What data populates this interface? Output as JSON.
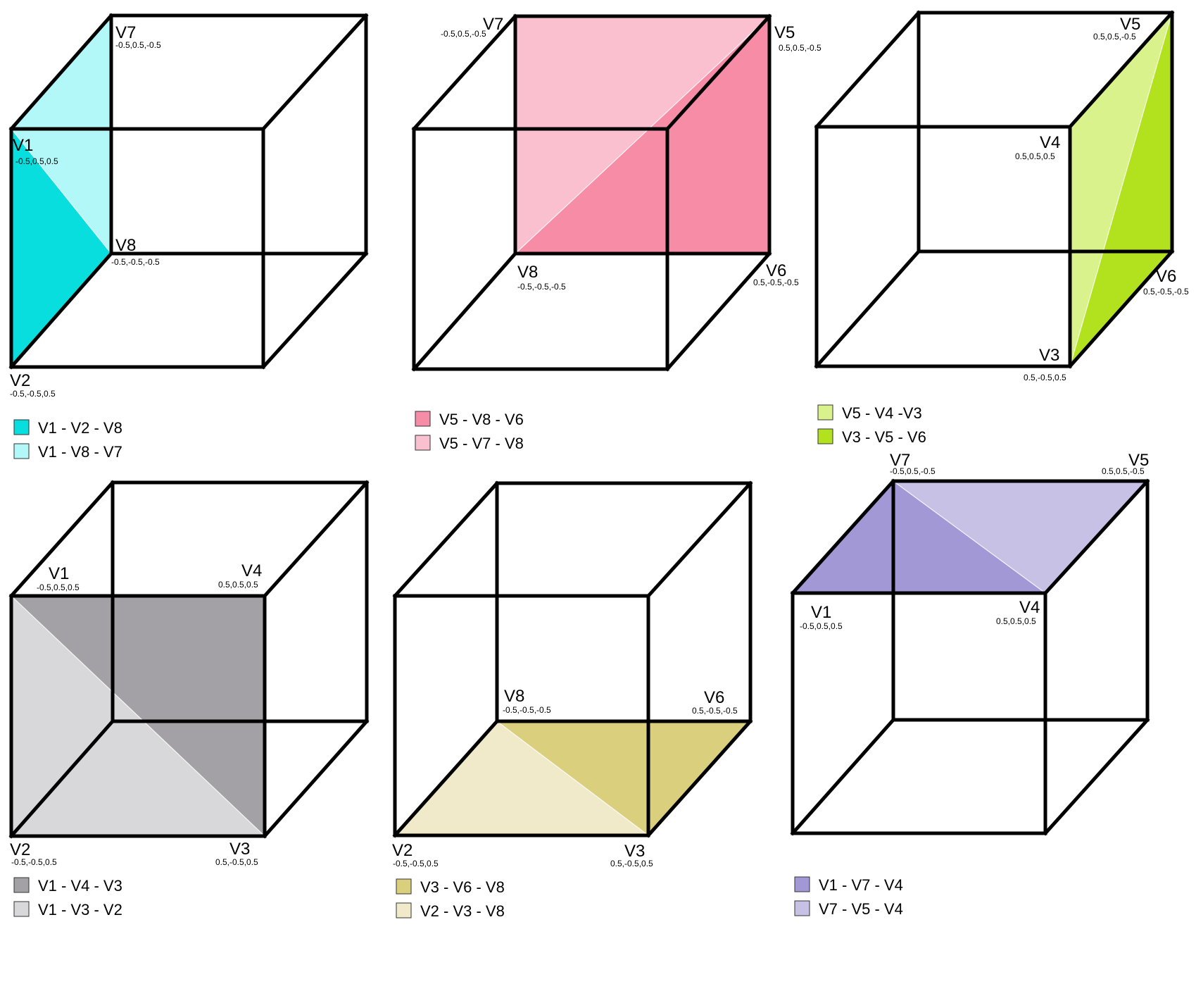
{
  "vertex_coords": {
    "V1": "-0.5,0.5,0.5",
    "V2": "-0.5,-0.5,0.5",
    "V3": "0.5,-0.5,0.5",
    "V4": "0.5,0.5,0.5",
    "V5": "0.5,0.5,-0.5",
    "V6": "0.5,-0.5,-0.5",
    "V7": "-0.5,0.5,-0.5",
    "V8": "-0.5,-0.5,-0.5"
  },
  "panels": [
    {
      "labels": [
        "V7",
        "V1",
        "V8",
        "V2"
      ],
      "triangles": [
        {
          "vertices": [
            "V1",
            "V2",
            "V8"
          ],
          "color": "#08dede",
          "legend": "V1 - V2 - V8"
        },
        {
          "vertices": [
            "V1",
            "V8",
            "V7"
          ],
          "color": "#b3f8f8",
          "legend": "V1 - V8 - V7"
        }
      ]
    },
    {
      "labels": [
        "V7",
        "V5",
        "V8",
        "V6"
      ],
      "triangles": [
        {
          "vertices": [
            "V5",
            "V8",
            "V6"
          ],
          "color": "#f78ca7",
          "legend": "V5 - V8 - V6"
        },
        {
          "vertices": [
            "V5",
            "V7",
            "V8"
          ],
          "color": "#fac0cf",
          "legend": "V5 - V7 - V8"
        }
      ]
    },
    {
      "labels": [
        "V5",
        "V4",
        "V6",
        "V3"
      ],
      "triangles": [
        {
          "vertices": [
            "V5",
            "V4",
            "V3"
          ],
          "color": "#d9f28c",
          "legend": "V5 - V4 -V3"
        },
        {
          "vertices": [
            "V3",
            "V5",
            "V6"
          ],
          "color": "#b1e21d",
          "legend": "V3 - V5 - V6"
        }
      ]
    },
    {
      "labels": [
        "V1",
        "V4",
        "V2",
        "V3"
      ],
      "triangles": [
        {
          "vertices": [
            "V1",
            "V4",
            "V3"
          ],
          "color": "#a3a1a5",
          "legend": "V1 - V4 - V3"
        },
        {
          "vertices": [
            "V1",
            "V3",
            "V2"
          ],
          "color": "#d8d8da",
          "legend": "V1 - V3 - V2"
        }
      ]
    },
    {
      "labels": [
        "V8",
        "V6",
        "V2",
        "V3"
      ],
      "triangles": [
        {
          "vertices": [
            "V3",
            "V6",
            "V8"
          ],
          "color": "#dacf7c",
          "legend": "V3 - V6 - V8"
        },
        {
          "vertices": [
            "V2",
            "V3",
            "V8"
          ],
          "color": "#f0eaca",
          "legend": "V2 - V3 - V8"
        }
      ]
    },
    {
      "labels": [
        "V7",
        "V5",
        "V1",
        "V4"
      ],
      "triangles": [
        {
          "vertices": [
            "V1",
            "V7",
            "V4"
          ],
          "color": "#a398d6",
          "legend": "V1 - V7 - V4"
        },
        {
          "vertices": [
            "V7",
            "V5",
            "V4"
          ],
          "color": "#c7c1e6",
          "legend": "V7 - V5 - V4"
        }
      ]
    }
  ]
}
